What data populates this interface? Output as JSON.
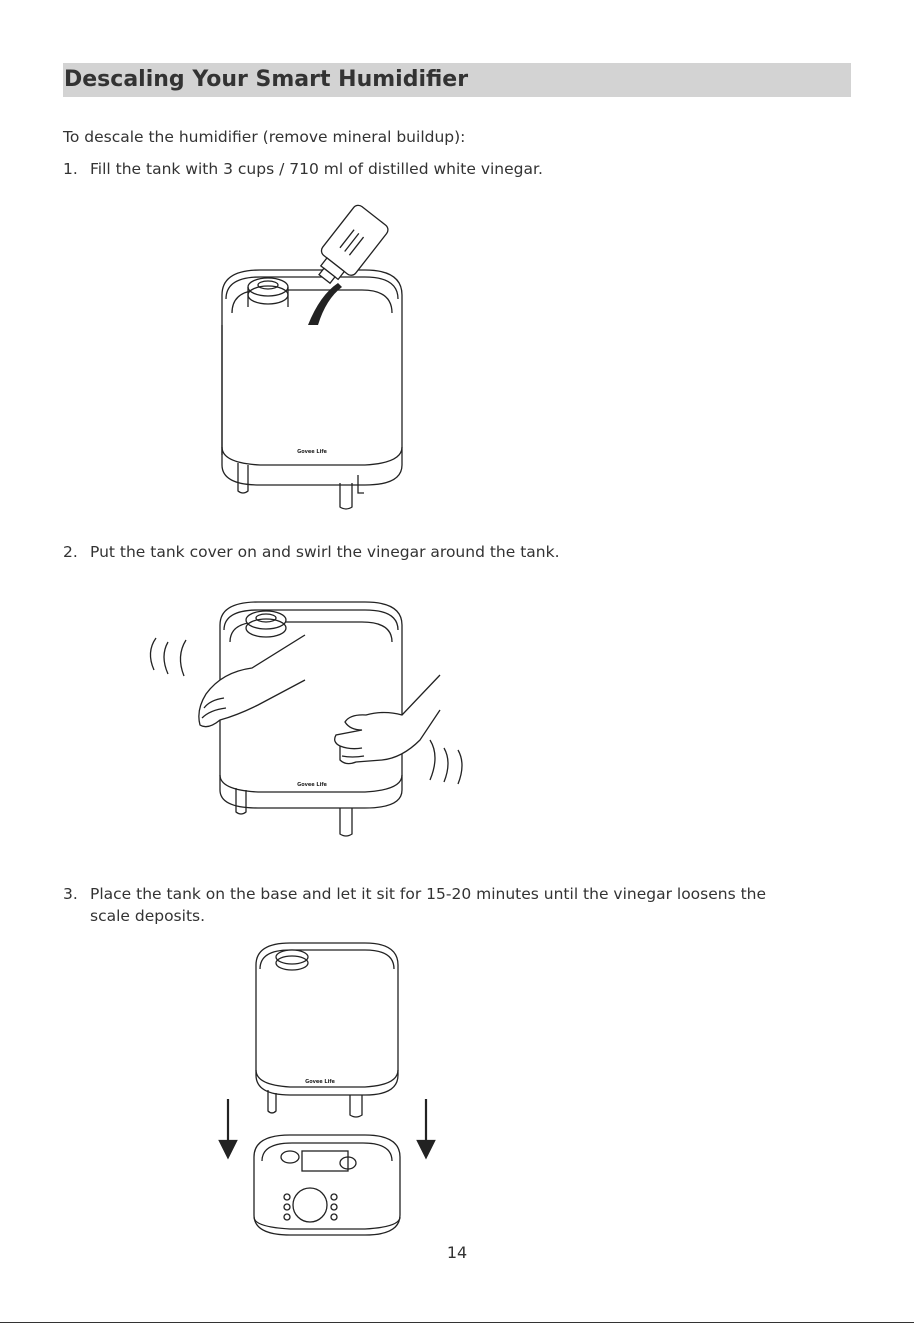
{
  "title": "Descaling Your Smart Humidifier",
  "intro": "To descale the humidifier (remove mineral buildup):",
  "steps": [
    {
      "number": "1.",
      "text": "Fill the tank with 3 cups / 710 ml of distilled white vinegar."
    },
    {
      "number": "2.",
      "text": "Put the tank cover on and swirl the vinegar around the tank."
    },
    {
      "number": "3.",
      "text": "Place the tank on the base and let it sit for 15-20 minutes until the vinegar loosens the scale deposits."
    }
  ],
  "brand_logo": "Govee Life",
  "page_number": "14"
}
